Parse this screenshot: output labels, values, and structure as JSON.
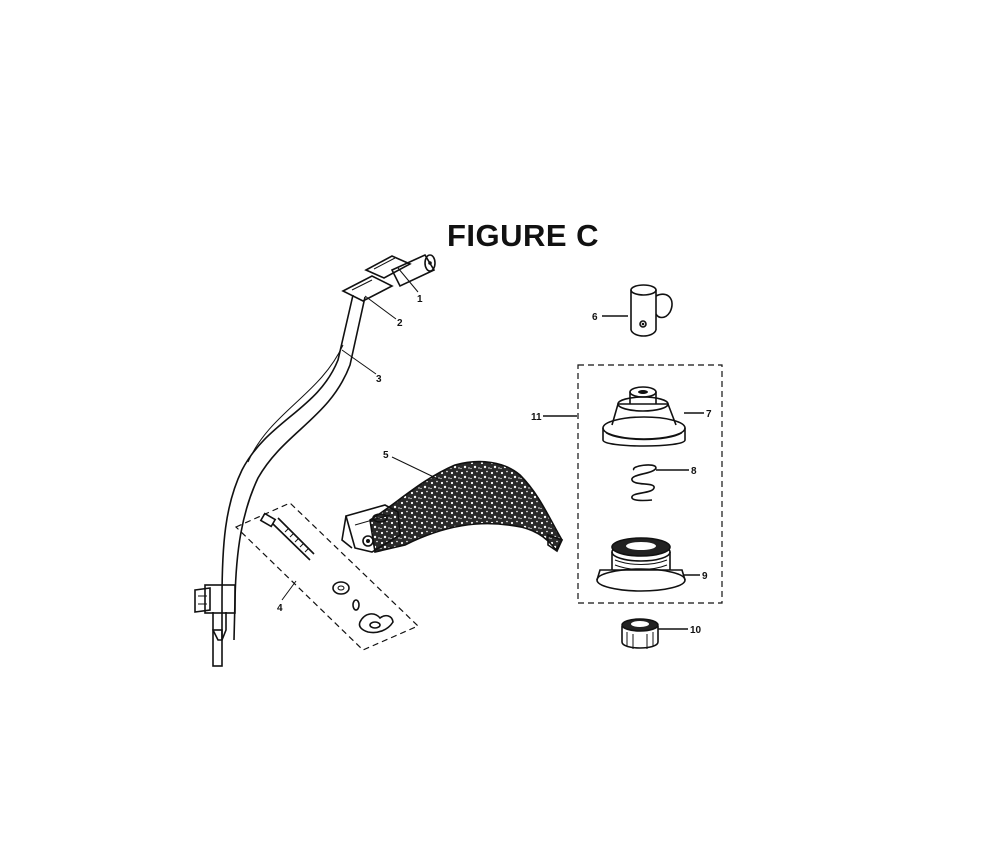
{
  "title": "FIGURE C",
  "callouts": [
    "1",
    "2",
    "3",
    "4",
    "5",
    "6",
    "7",
    "8",
    "9",
    "10",
    "11"
  ],
  "parts": {
    "shaft": "drive-shaft",
    "labels": "warning-label",
    "guard": "grass-deflector",
    "bolt_kit": "guard-hardware",
    "tool": "line-tool",
    "cover": "spool-cover",
    "spring": "spring",
    "spool": "spool",
    "knob": "bump-knob"
  }
}
